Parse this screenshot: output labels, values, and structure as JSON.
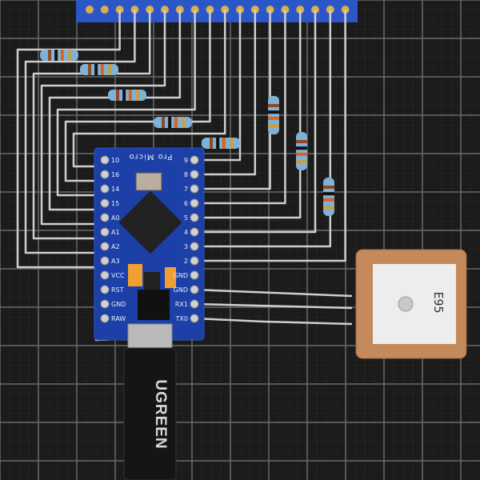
{
  "board": {
    "label": "Pro Micro",
    "left_pins": [
      "10",
      "16",
      "14",
      "15",
      "A0",
      "A1",
      "A2",
      "A3",
      "VCC",
      "RST",
      "GND",
      "RAW"
    ],
    "right_pins": [
      "9",
      "8",
      "7",
      "6",
      "5",
      "4",
      "3",
      "2",
      "GND",
      "GND",
      "RX1",
      "TX0"
    ],
    "color": "#1c3fa8"
  },
  "cable": {
    "brand": "UGREEN"
  },
  "gps_module": {
    "marking": "E95",
    "ceramic_color": "#c58a5c"
  },
  "colors": {
    "mat": "#1b1b1b",
    "wire": "#cfcfcf",
    "header_pcb": "#2a56c8",
    "resistor": "#7fb2d6"
  }
}
